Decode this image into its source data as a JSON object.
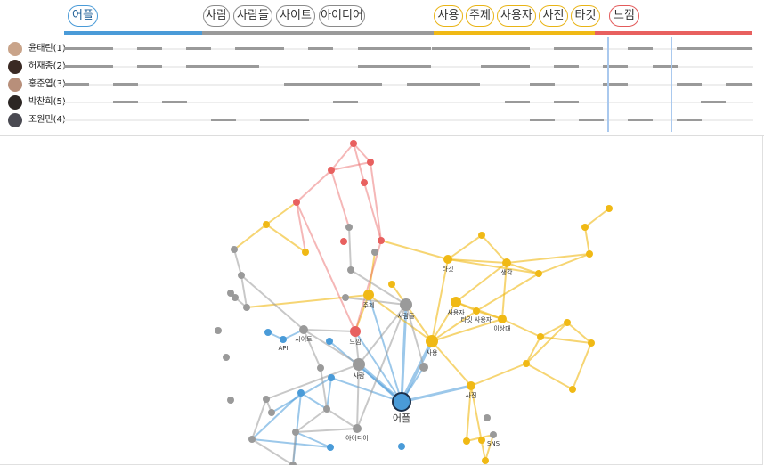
{
  "keywords": [
    {
      "label": "어플",
      "group": "blue",
      "selected": true
    },
    {
      "label": "사람",
      "group": "gray"
    },
    {
      "label": "사람들",
      "group": "gray"
    },
    {
      "label": "사이트",
      "group": "gray"
    },
    {
      "label": "아이디어",
      "group": "gray"
    },
    {
      "label": "사용",
      "group": "yellow"
    },
    {
      "label": "주제",
      "group": "yellow"
    },
    {
      "label": "사용자",
      "group": "yellow"
    },
    {
      "label": "사진",
      "group": "yellow"
    },
    {
      "label": "타깃",
      "group": "yellow"
    },
    {
      "label": "느낌",
      "group": "red"
    }
  ],
  "colors": {
    "blue": "#4a9bd8",
    "gray": "#9a9a9a",
    "yellow": "#f0b915",
    "red": "#e8605f",
    "highlight_line": "#aac9ee"
  },
  "members": [
    {
      "name": "윤태린(1)",
      "avatar_color": "#c9a48a"
    },
    {
      "name": "허재종(2)",
      "avatar_color": "#3a2a24"
    },
    {
      "name": "홍준엽(3)",
      "avatar_color": "#b88f7a"
    },
    {
      "name": "박찬희(5)",
      "avatar_color": "#2c2624"
    },
    {
      "name": "조원민(4)",
      "avatar_color": "#4a4a52"
    }
  ],
  "graph": {
    "nodes": [
      {
        "id": "n1",
        "label": "어플",
        "color": "blue",
        "big": true
      },
      {
        "id": "n2",
        "label": "사람",
        "color": "gray"
      },
      {
        "id": "n3",
        "label": "사람들",
        "color": "gray"
      },
      {
        "id": "n4",
        "label": "사이트",
        "color": "gray"
      },
      {
        "id": "n5",
        "label": "아이디어",
        "color": "gray"
      },
      {
        "id": "n6",
        "label": "사용",
        "color": "yellow"
      },
      {
        "id": "n7",
        "label": "주제",
        "color": "yellow"
      },
      {
        "id": "n8",
        "label": "사용자",
        "color": "yellow"
      },
      {
        "id": "n9",
        "label": "사진",
        "color": "yellow"
      },
      {
        "id": "n10",
        "label": "타깃",
        "color": "yellow"
      },
      {
        "id": "n11",
        "label": "느낌",
        "color": "red"
      },
      {
        "id": "n12",
        "label": "생각",
        "color": "yellow"
      },
      {
        "id": "n13",
        "label": "이상대",
        "color": "yellow"
      },
      {
        "id": "n14",
        "label": "타깃 사용자",
        "color": "yellow"
      },
      {
        "id": "n15",
        "label": "",
        "color": "yellow"
      },
      {
        "id": "n16",
        "label": "",
        "color": "yellow"
      },
      {
        "id": "n17",
        "label": "",
        "color": "yellow"
      },
      {
        "id": "n18",
        "label": "",
        "color": "yellow"
      },
      {
        "id": "n19",
        "label": "",
        "color": "yellow"
      },
      {
        "id": "n20",
        "label": "",
        "color": "yellow"
      },
      {
        "id": "n21",
        "label": "",
        "color": "yellow"
      },
      {
        "id": "n22",
        "label": "",
        "color": "yellow"
      },
      {
        "id": "n23",
        "label": "",
        "color": "yellow"
      },
      {
        "id": "n24",
        "label": "",
        "color": "yellow"
      },
      {
        "id": "n25",
        "label": "",
        "color": "yellow"
      },
      {
        "id": "n26",
        "label": "",
        "color": "yellow"
      },
      {
        "id": "n27",
        "label": "",
        "color": "yellow"
      },
      {
        "id": "n28",
        "label": "",
        "color": "yellow"
      },
      {
        "id": "n29",
        "label": "SNS",
        "color": "gray"
      },
      {
        "id": "n30",
        "label": "",
        "color": "gray"
      },
      {
        "id": "n31",
        "label": "",
        "color": "red"
      },
      {
        "id": "n32",
        "label": "",
        "color": "red"
      },
      {
        "id": "n33",
        "label": "",
        "color": "red"
      },
      {
        "id": "n34",
        "label": "",
        "color": "red"
      },
      {
        "id": "n35",
        "label": "",
        "color": "red"
      },
      {
        "id": "n36",
        "label": "",
        "color": "red"
      },
      {
        "id": "n37",
        "label": "",
        "color": "gray"
      },
      {
        "id": "n38",
        "label": "",
        "color": "gray"
      },
      {
        "id": "n39",
        "label": "",
        "color": "gray"
      },
      {
        "id": "n40",
        "label": "",
        "color": "gray"
      },
      {
        "id": "n41",
        "label": "",
        "color": "gray"
      },
      {
        "id": "n42",
        "label": "",
        "color": "gray"
      },
      {
        "id": "n43",
        "label": "",
        "color": "gray"
      },
      {
        "id": "n44",
        "label": "",
        "color": "gray"
      },
      {
        "id": "n45",
        "label": "",
        "color": "gray"
      },
      {
        "id": "n46",
        "label": "",
        "color": "gray"
      },
      {
        "id": "n47",
        "label": "",
        "color": "gray"
      },
      {
        "id": "n48",
        "label": "",
        "color": "gray"
      },
      {
        "id": "n49",
        "label": "API",
        "color": "blue"
      },
      {
        "id": "n50",
        "label": "",
        "color": "blue"
      },
      {
        "id": "n51",
        "label": "",
        "color": "blue"
      },
      {
        "id": "n52",
        "label": "",
        "color": "blue"
      },
      {
        "id": "n53",
        "label": "",
        "color": "blue"
      },
      {
        "id": "n54",
        "label": "",
        "color": "blue"
      },
      {
        "id": "n55",
        "label": "",
        "color": "gray"
      },
      {
        "id": "n56",
        "label": "",
        "color": "gray"
      },
      {
        "id": "n57",
        "label": "",
        "color": "gray"
      },
      {
        "id": "n58",
        "label": "",
        "color": "gray"
      },
      {
        "id": "n59",
        "label": "",
        "color": "gray"
      },
      {
        "id": "n60",
        "label": "",
        "color": "gray"
      },
      {
        "id": "n61",
        "label": "",
        "color": "gray"
      },
      {
        "id": "n62",
        "label": "",
        "color": "yellow"
      },
      {
        "id": "n63",
        "label": "",
        "color": "red"
      },
      {
        "id": "n64",
        "label": "",
        "color": "blue"
      },
      {
        "id": "n65",
        "label": "",
        "color": "gray"
      },
      {
        "id": "n66",
        "label": "",
        "color": "yellow"
      }
    ]
  }
}
